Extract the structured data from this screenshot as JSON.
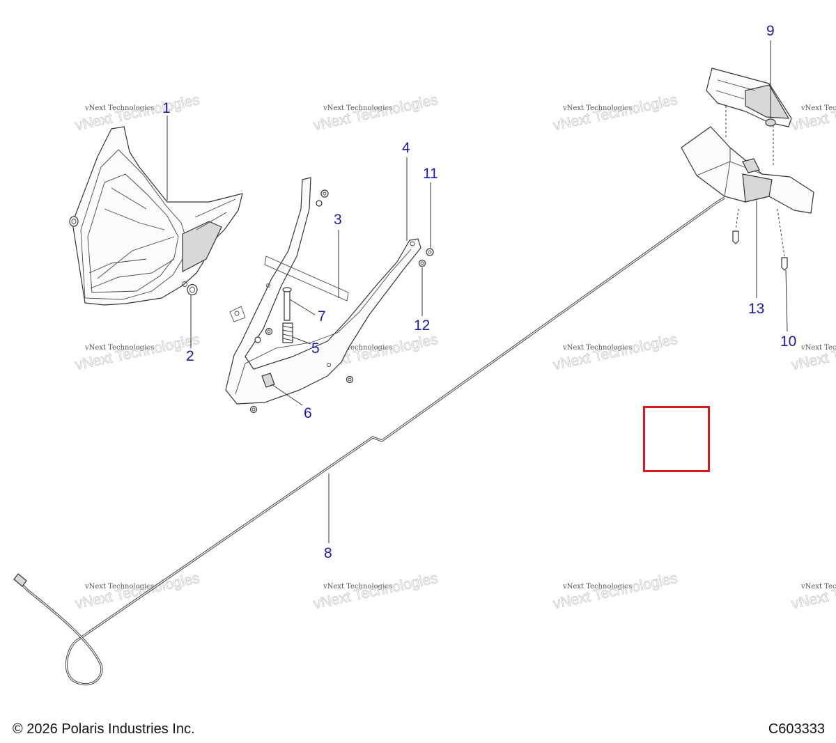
{
  "diagram": {
    "callouts": [
      "1",
      "2",
      "3",
      "4",
      "5",
      "6",
      "7",
      "8",
      "9",
      "10",
      "11",
      "12",
      "13"
    ],
    "watermark": {
      "line1": "vNext Technologies",
      "line2": "vNext Technologies"
    }
  },
  "footer": {
    "copyright": "© 2026 Polaris Industries Inc.",
    "diagram_id": "C603333"
  },
  "colors": {
    "callout": "#1a1aa6",
    "highlight": "#d9191e"
  }
}
